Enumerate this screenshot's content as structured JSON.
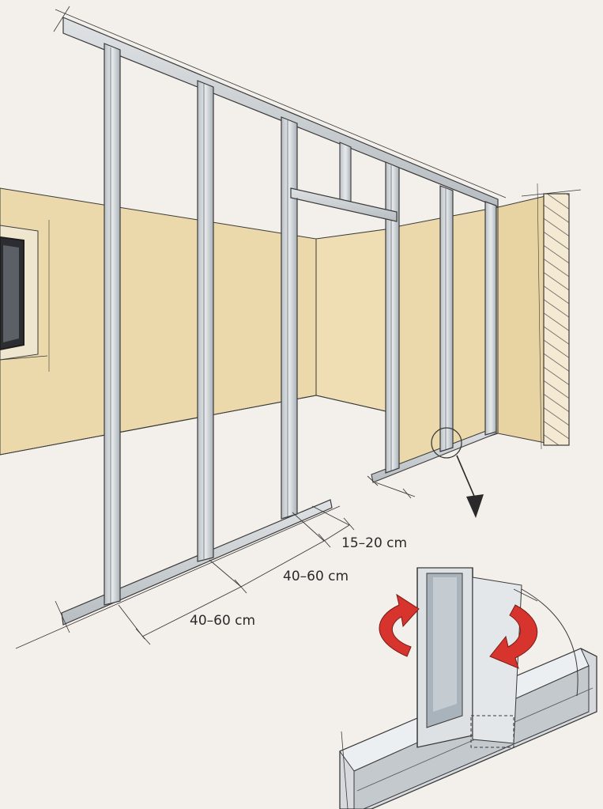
{
  "dimensions": {
    "stud_from_wall": "15–20 cm",
    "stud_spacing_1": "40–60 cm",
    "stud_spacing_2": "40–60 cm"
  },
  "colors": {
    "paper": "#f3efea",
    "wall": "#ecd9ab",
    "wall_shade": "#e3cc97",
    "metal": "#d9dde0",
    "metal_dark": "#8e969c",
    "line": "#3a3a3a",
    "arrow": "#d6342c",
    "hatch_wall": "#efe4c8"
  },
  "icons": {
    "rotate_left": "curved-arrow-icon",
    "rotate_right": "curved-arrow-icon",
    "detail_pointer": "arrow-down-right-icon"
  }
}
